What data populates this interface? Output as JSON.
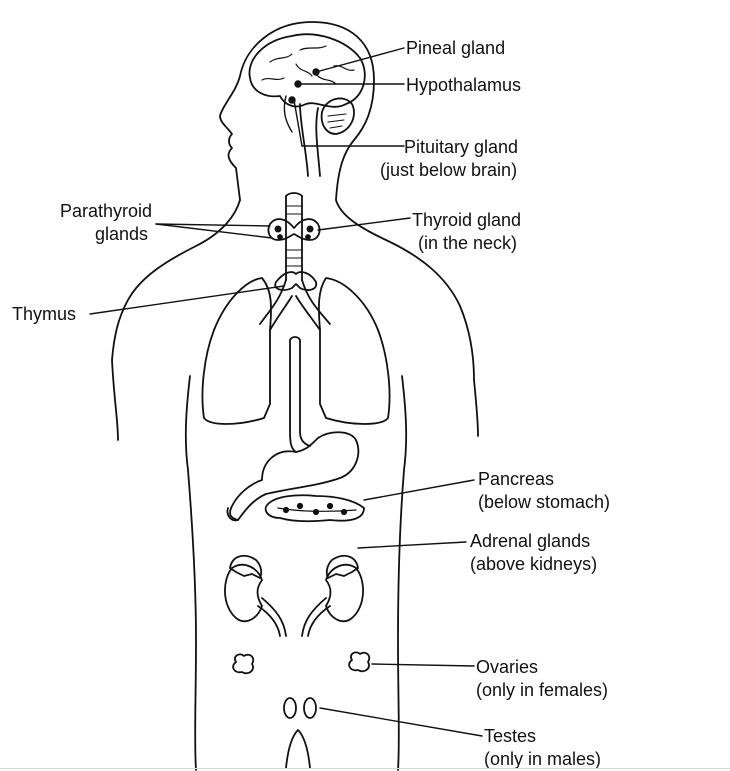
{
  "labels": {
    "pineal": [
      "Pineal gland"
    ],
    "hypothalamus": [
      "Hypothalamus"
    ],
    "pituitary": [
      "Pituitary gland",
      "(just below brain)"
    ],
    "parathyroid": [
      "Parathyroid",
      "glands"
    ],
    "thyroid": [
      "Thyroid gland",
      "(in the neck)"
    ],
    "thymus": [
      "Thymus"
    ],
    "pancreas": [
      "Pancreas",
      "(below stomach)"
    ],
    "adrenal": [
      "Adrenal glands",
      "(above kidneys)"
    ],
    "ovaries": [
      "Ovaries",
      "(only in females)"
    ],
    "testes": [
      "Testes",
      "(only in males)"
    ]
  },
  "colors": {
    "ink": "#111111",
    "background": "#ffffff"
  }
}
